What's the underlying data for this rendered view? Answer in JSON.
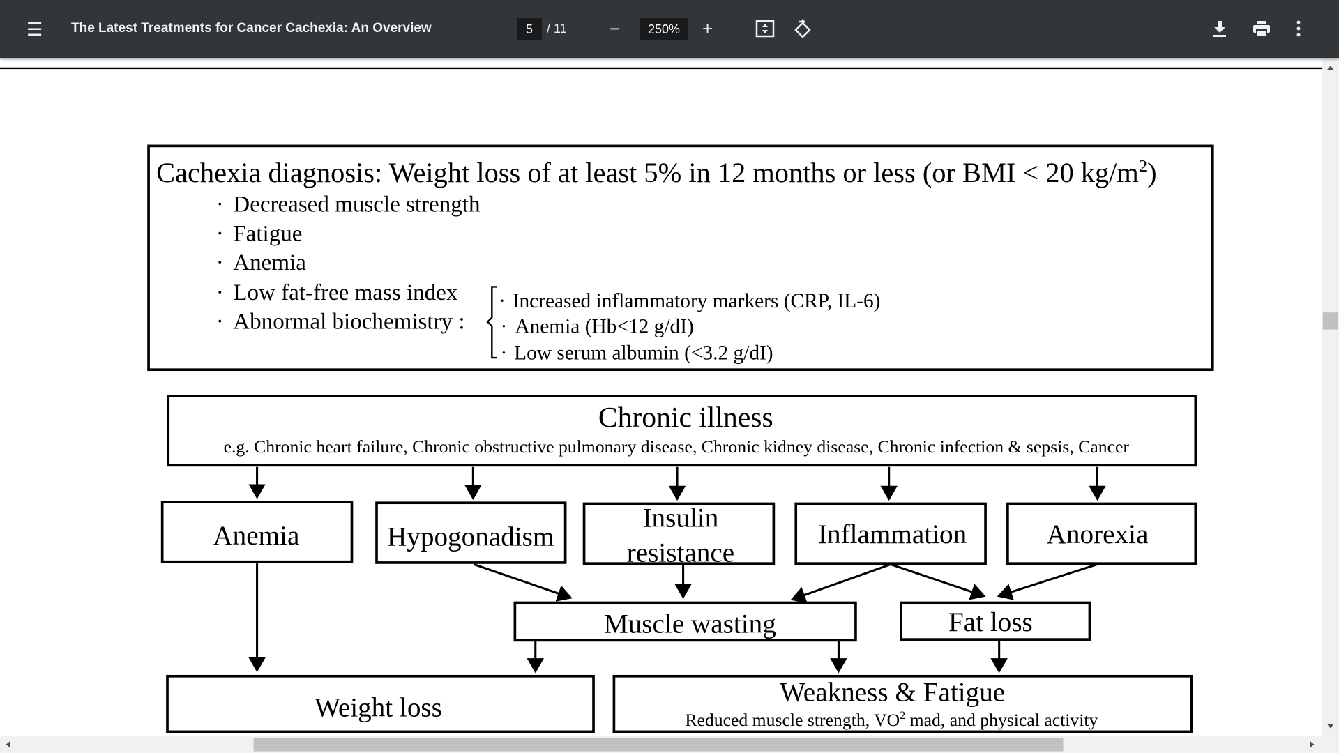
{
  "toolbar": {
    "menu_icon": "hamburger-menu-icon",
    "title": "The Latest Treatments for Cancer Cachexia: An Overview",
    "current_page": "5",
    "total_pages": "/ 11",
    "zoom_out_icon": "minus-icon",
    "zoom_level": "250%",
    "zoom_in_icon": "plus-icon",
    "fit_icon": "fit-to-page-icon",
    "rotate_icon": "rotate-icon",
    "download_icon": "download-icon",
    "print_icon": "print-icon",
    "more_icon": "more-vert-icon"
  },
  "document": {
    "criteria": {
      "title_main": "Cachexia diagnosis: Weight loss of at least 5% in 12 months or less (or BMI < 20 kg/m",
      "title_sup": "2",
      "title_end": ")",
      "bullets": [
        "Decreased muscle strength",
        "Fatigue",
        "Anemia",
        "Low fat-free mass index",
        "Abnormal biochemistry :"
      ],
      "sub_bullets": [
        "Increased inflammatory markers (CRP, IL-6)",
        "Anemia (Hb<12 g/dI)",
        "Low serum albumin (<3.2 g/dI)"
      ]
    },
    "diagram": {
      "top": {
        "title": "Chronic illness",
        "subtitle": "e.g. Chronic heart failure, Chronic obstructive pulmonary disease, Chronic kidney disease, Chronic infection & sepsis, Cancer"
      },
      "middle": [
        "Anemia",
        "Hypogonadism",
        "Insulin",
        "resistance",
        "Inflammation",
        "Anorexia"
      ],
      "muscle_wasting": "Muscle wasting",
      "fat_loss": "Fat loss",
      "weight_loss": "Weight loss",
      "weakness": {
        "title": "Weakness & Fatigue",
        "sub_a": "Reduced muscle strength, VO",
        "sub_sup": "2",
        "sub_b": " mad, and physical activity"
      }
    }
  }
}
